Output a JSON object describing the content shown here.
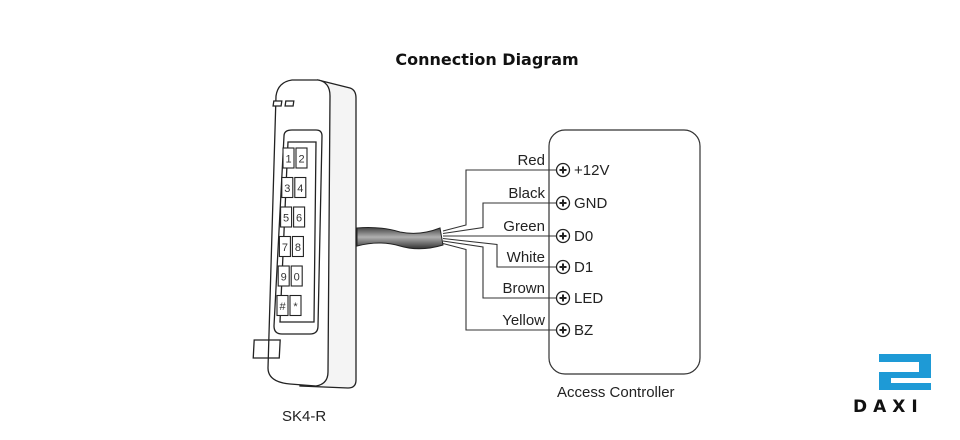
{
  "title": "Connection Diagram",
  "device": {
    "name": "SK4-R",
    "keys": [
      "1",
      "2",
      "3",
      "4",
      "5",
      "6",
      "7",
      "8",
      "9",
      "0",
      "#",
      "*"
    ]
  },
  "controller": {
    "name": "Access Controller"
  },
  "wires": [
    {
      "color_name": "Red",
      "terminal": "+12V"
    },
    {
      "color_name": "Black",
      "terminal": "GND"
    },
    {
      "color_name": "Green",
      "terminal": "D0"
    },
    {
      "color_name": "White",
      "terminal": "D1"
    },
    {
      "color_name": "Brown",
      "terminal": "LED"
    },
    {
      "color_name": "Yellow",
      "terminal": "BZ"
    }
  ],
  "logo": {
    "text": "DAXI",
    "brand_color": "#1e9ad6"
  }
}
